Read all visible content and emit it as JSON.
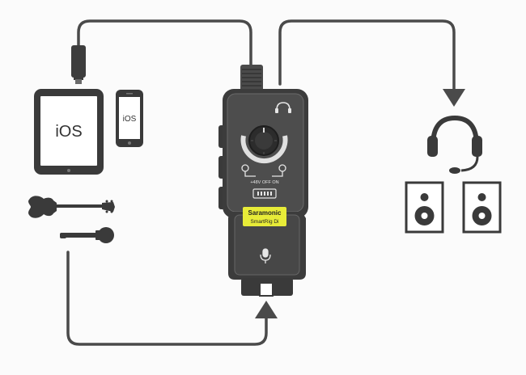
{
  "ipad": {
    "label": "iOS"
  },
  "iphone": {
    "label": "iOS"
  },
  "device": {
    "brand": "Saramonic",
    "model": "SmartRig Di",
    "phantom_switch": "+48V OFF ON"
  },
  "colors": {
    "line": "#4a4a4a",
    "device_body": "#3c3c3c",
    "device_panel": "#4d4d4d",
    "brand_label": "#e8ec38",
    "background": "#fbfbfb"
  },
  "icons": [
    "headphone-icon",
    "microphone-icon",
    "gain-knob",
    "guitar-icon",
    "speaker-icon"
  ]
}
